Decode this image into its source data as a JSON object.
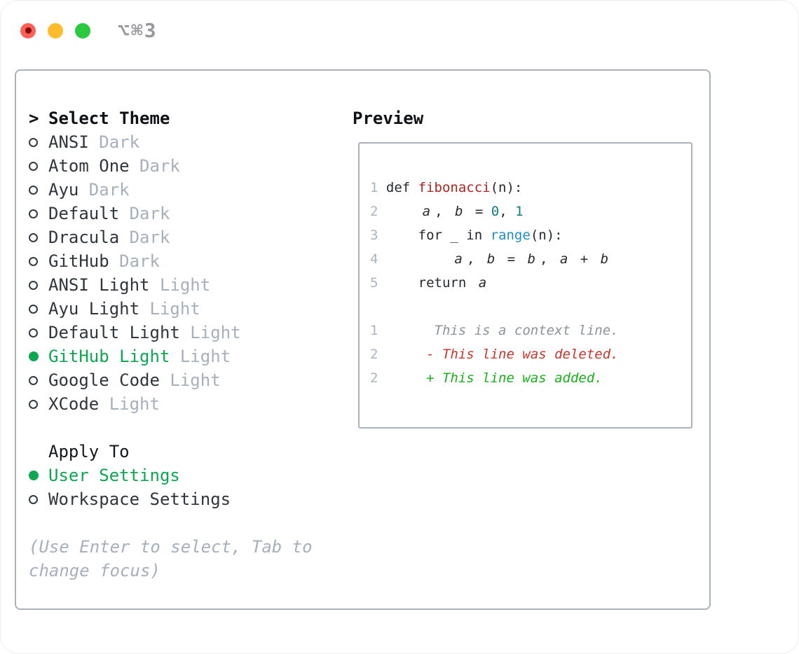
{
  "window": {
    "shortcut": "⌥⌘3",
    "traffic_lights": [
      "close",
      "minimize",
      "zoom"
    ]
  },
  "colors": {
    "selection_green": "#0ca750",
    "added_green": "#17b317",
    "deleted_red": "#c8352a",
    "function_red": "#b1241f",
    "number_teal": "#0e7e86",
    "builtin_blue": "#1f8ccc",
    "text_dark": "#30363d",
    "muted_gray": "#a6b0bd",
    "context_gray": "#8b949c",
    "border_gray": "#a9b2bd"
  },
  "theme_panel": {
    "select_header": {
      "prefix": ">",
      "label": "Select Theme"
    },
    "themes": [
      {
        "name": "ANSI",
        "tag": "Dark",
        "selected": false
      },
      {
        "name": "Atom One",
        "tag": "Dark",
        "selected": false
      },
      {
        "name": "Ayu",
        "tag": "Dark",
        "selected": false
      },
      {
        "name": "Default",
        "tag": "Dark",
        "selected": false
      },
      {
        "name": "Dracula",
        "tag": "Dark",
        "selected": false
      },
      {
        "name": "GitHub",
        "tag": "Dark",
        "selected": false
      },
      {
        "name": "ANSI Light",
        "tag": "Light",
        "selected": false
      },
      {
        "name": "Ayu Light",
        "tag": "Light",
        "selected": false
      },
      {
        "name": "Default Light",
        "tag": "Light",
        "selected": false
      },
      {
        "name": "GitHub Light",
        "tag": "Light",
        "selected": true
      },
      {
        "name": "Google Code",
        "tag": "Light",
        "selected": false
      },
      {
        "name": "XCode",
        "tag": "Light",
        "selected": false
      }
    ],
    "apply_to": {
      "header": "Apply To",
      "options": [
        {
          "label": "User Settings",
          "selected": true
        },
        {
          "label": "Workspace Settings",
          "selected": false
        }
      ]
    },
    "hint": "(Use Enter to select, Tab to change focus)"
  },
  "preview": {
    "header": "Preview",
    "lines": [
      {
        "num": "1",
        "segments": [
          {
            "text": "def ",
            "style": "plain"
          },
          {
            "text": "fibonacci",
            "style": "func"
          },
          {
            "text": "(n):",
            "style": "plain"
          }
        ]
      },
      {
        "num": "2",
        "segments": [
          {
            "text": "    ",
            "style": "plain"
          },
          {
            "text": "a",
            "style": "var"
          },
          {
            "text": ", ",
            "style": "plain"
          },
          {
            "text": "b",
            "style": "var"
          },
          {
            "text": " = ",
            "style": "plain"
          },
          {
            "text": "0",
            "style": "number"
          },
          {
            "text": ", ",
            "style": "plain"
          },
          {
            "text": "1",
            "style": "number"
          }
        ]
      },
      {
        "num": "3",
        "segments": [
          {
            "text": "    for _ in ",
            "style": "plain"
          },
          {
            "text": "range",
            "style": "builtin"
          },
          {
            "text": "(n):",
            "style": "plain"
          }
        ]
      },
      {
        "num": "4",
        "segments": [
          {
            "text": "        ",
            "style": "plain"
          },
          {
            "text": "a",
            "style": "var"
          },
          {
            "text": ", ",
            "style": "plain"
          },
          {
            "text": "b",
            "style": "var"
          },
          {
            "text": " = ",
            "style": "plain"
          },
          {
            "text": "b",
            "style": "var"
          },
          {
            "text": ", ",
            "style": "plain"
          },
          {
            "text": "a",
            "style": "var"
          },
          {
            "text": " + ",
            "style": "plain"
          },
          {
            "text": "b",
            "style": "var"
          }
        ]
      },
      {
        "num": "5",
        "segments": [
          {
            "text": "    return ",
            "style": "plain"
          },
          {
            "text": "a",
            "style": "var"
          }
        ]
      },
      {
        "num": "",
        "segments": []
      },
      {
        "num": "1",
        "segments": [
          {
            "text": "      This is a context line.",
            "style": "context"
          }
        ]
      },
      {
        "num": "2",
        "segments": [
          {
            "text": "     - This line was deleted.",
            "style": "deleted"
          }
        ]
      },
      {
        "num": "2",
        "segments": [
          {
            "text": "     + This line was added.",
            "style": "added"
          }
        ]
      }
    ]
  }
}
